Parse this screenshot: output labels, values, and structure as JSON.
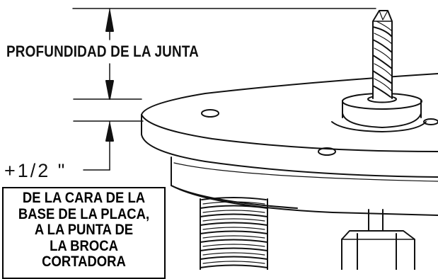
{
  "labels": {
    "joint_depth": "PROFUNDIDAD DE LA JUNTA",
    "offset": "+1/2 \"",
    "note_lines": [
      "DE LA CARA DE LA",
      "BASE DE LA PLACA,",
      "A LA PUNTA DE",
      "LA BROCA",
      "CORTADORA"
    ]
  },
  "colors": {
    "line": "#111111",
    "background": "#ffffff"
  }
}
